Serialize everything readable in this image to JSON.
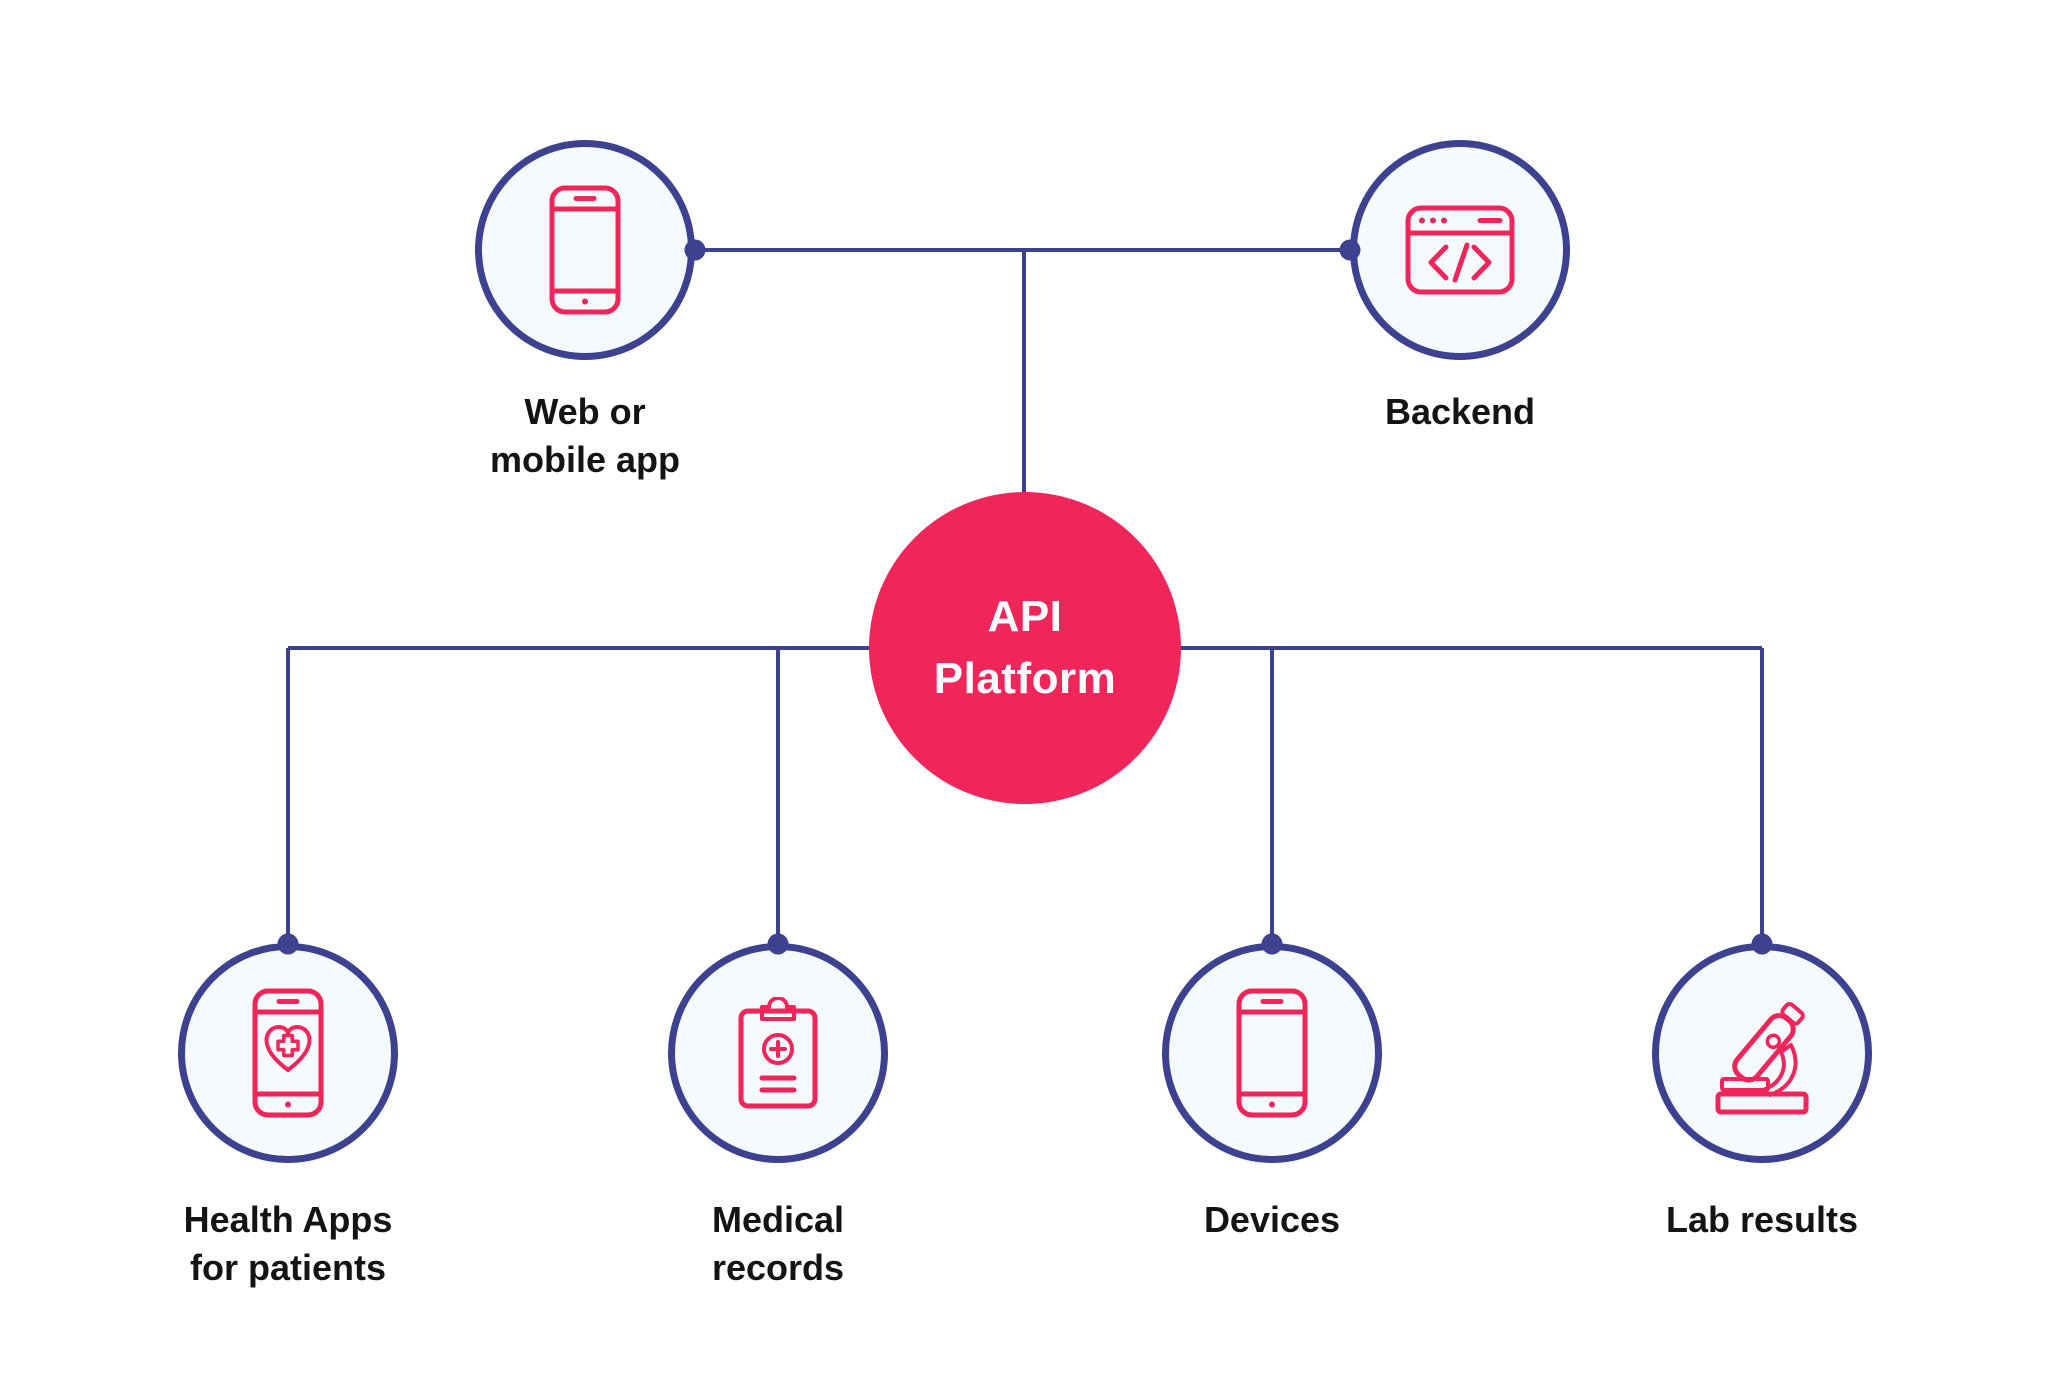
{
  "theme": {
    "accent": "#F0265A",
    "line": "#3C4290",
    "node_fill": "#F5FAFD",
    "text": "#141414",
    "background": "#FFFFFF"
  },
  "diagram": {
    "center": {
      "id": "api-platform",
      "label": "API\nPlatform"
    },
    "nodes": [
      {
        "id": "web-or-mobile-app",
        "label": "Web or\nmobile app",
        "icon": "smartphone-icon"
      },
      {
        "id": "backend",
        "label": "Backend",
        "icon": "code-window-icon"
      },
      {
        "id": "health-apps-for-patients",
        "label": "Health Apps\nfor patients",
        "icon": "health-app-smartphone-icon"
      },
      {
        "id": "medical-records",
        "label": "Medical\nrecords",
        "icon": "medical-clipboard-icon"
      },
      {
        "id": "devices",
        "label": "Devices",
        "icon": "smartphone-icon"
      },
      {
        "id": "lab-results",
        "label": "Lab results",
        "icon": "microscope-icon"
      }
    ],
    "edges": [
      {
        "from": "web-or-mobile-app",
        "to": "api-platform"
      },
      {
        "from": "backend",
        "to": "api-platform"
      },
      {
        "from": "api-platform",
        "to": "health-apps-for-patients"
      },
      {
        "from": "api-platform",
        "to": "medical-records"
      },
      {
        "from": "api-platform",
        "to": "devices"
      },
      {
        "from": "api-platform",
        "to": "lab-results"
      }
    ]
  }
}
